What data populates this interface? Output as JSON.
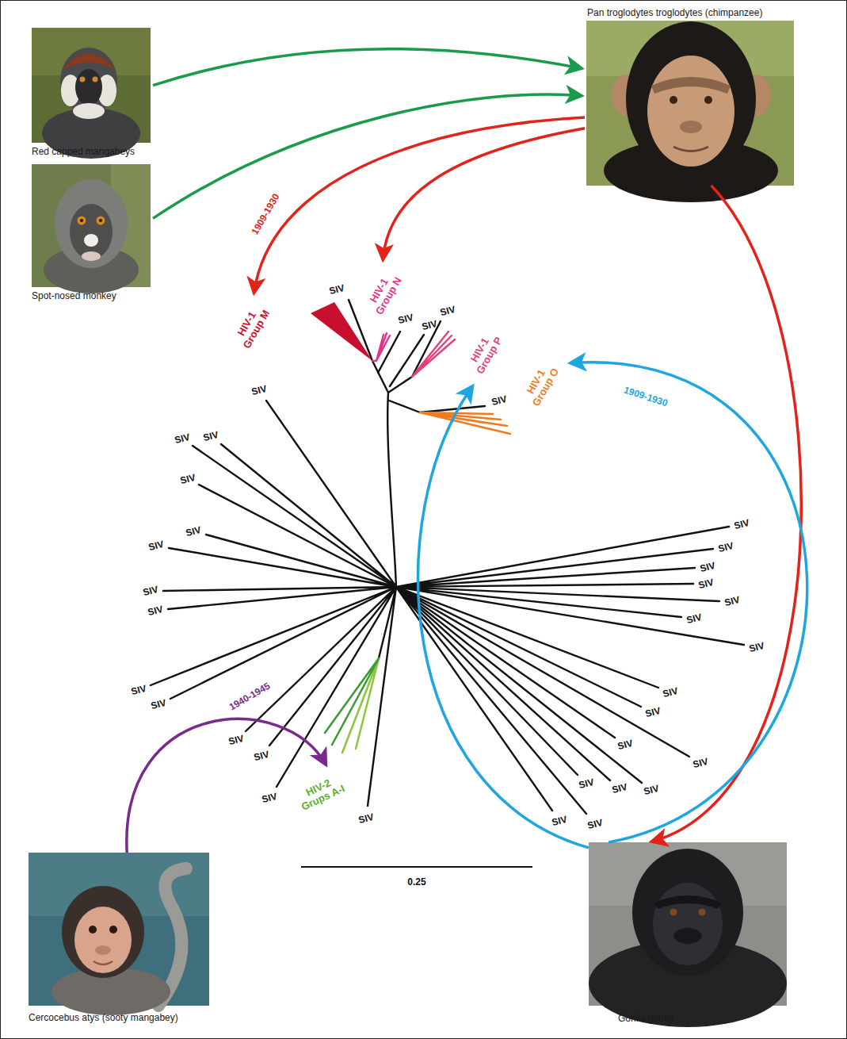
{
  "diagram": {
    "nodes": [
      {
        "text": [
          "Red capped mangabeys"
        ]
      },
      {
        "text": [
          "Pan troglodytes troglodytes (chimpanzee)"
        ]
      },
      {
        "text": [
          "Spot-nosed monkey"
        ]
      },
      {
        "text": [
          "HIV-1 Group M"
        ]
      },
      {
        "text": [
          "HIV-1 Group N"
        ]
      },
      {
        "text": [
          "HIV-1 Group P"
        ]
      },
      {
        "text": [
          "HIV-1 Group O"
        ]
      },
      {
        "text": [
          "HIV-2 Grups A-I"
        ]
      },
      {
        "text": [
          "Cercocebus atys (sooty mangabey)"
        ]
      },
      {
        "text": [
          "Gorilla gorilla"
        ]
      }
    ],
    "edges": [
      {
        "from": 0,
        "to": 1,
        "arrow": "to"
      },
      {
        "from": 2,
        "to": 1,
        "arrow": "to"
      },
      {
        "from": 1,
        "to": 3,
        "label": "1909-1930",
        "arrow": "to"
      },
      {
        "from": 1,
        "to": 4,
        "arrow": "to"
      },
      {
        "from": 1,
        "to": 9,
        "arrow": "to"
      },
      {
        "from": 9,
        "to": 6,
        "label": "1909-1930",
        "arrow": "to"
      },
      {
        "from": 9,
        "to": 5,
        "arrow": "to"
      },
      {
        "from": 8,
        "to": 7,
        "label": "1940-1945",
        "arrow": "to"
      }
    ],
    "labels": [
      "SIV",
      "SIV",
      "SIV",
      "SIV",
      "SIV",
      "SIV",
      "SIV",
      "SIV",
      "SIV",
      "SIV",
      "SIV",
      "SIV",
      "SIV",
      "SIV",
      "SIV",
      "SIV",
      "SIV",
      "SIV",
      "SIV",
      "SIV",
      "SIV",
      "SIV",
      "SIV",
      "SIV",
      "SIV",
      "SIV",
      "SIV",
      "SIV",
      "SIV",
      "SIV",
      "SIV",
      "SIV",
      "SIV",
      "SIV",
      "SIV",
      "0.25"
    ]
  }
}
